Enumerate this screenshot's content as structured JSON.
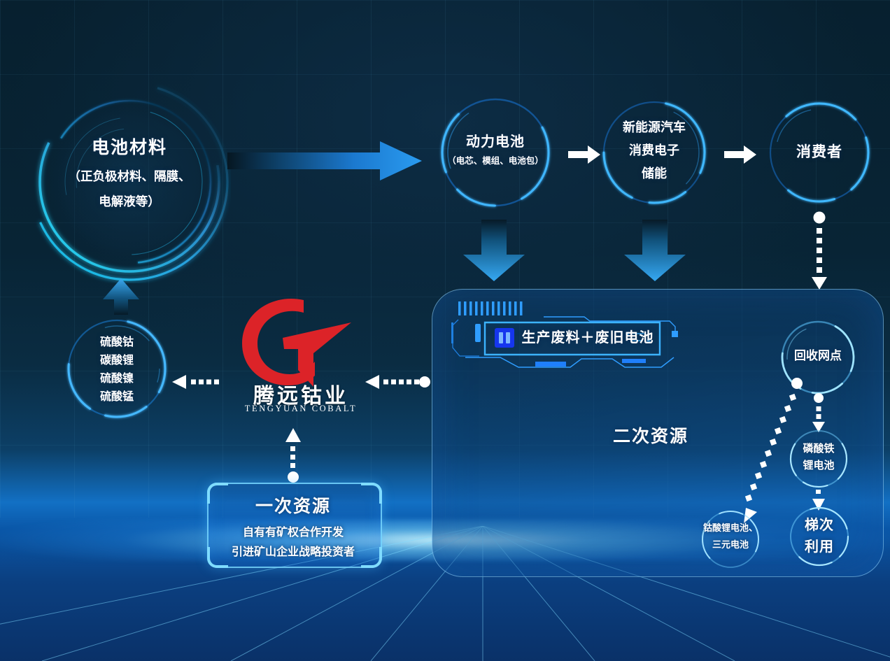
{
  "diagram": {
    "title": "battery-materials-recycling-value-chain",
    "colors": {
      "background_dark": "#08202f",
      "background_blue": "#1270c4",
      "ring_cyan": "#29c8f0",
      "ring_blue": "#2a8fe8",
      "arrow_white": "#ffffff",
      "logo_red": "#e0262b",
      "banner_blue": "#1f7ffb"
    }
  },
  "nodes": {
    "battery_materials": {
      "title": "电池材料",
      "sub_line1": "（正负极材料、隔膜、",
      "sub_line2": "电解液等）"
    },
    "power_battery": {
      "title": "动力电池",
      "sub": "（电芯、模组、电池包）"
    },
    "applications": {
      "line1": "新能源汽车",
      "line2": "消费电子",
      "line3": "储能"
    },
    "consumer": {
      "title": "消费者"
    },
    "salts": {
      "line1": "硫酸钴",
      "line2": "碳酸锂",
      "line3": "硫酸镍",
      "line4": "硫酸锰"
    },
    "primary_resource": {
      "title": "一次资源",
      "line1": "自有有矿权合作开发",
      "line2": "引进矿山企业战略投资者"
    },
    "secondary_resource": {
      "title": "二次资源",
      "banner": "生产废料＋废旧电池"
    },
    "recycle_network": {
      "title": "回收网点"
    },
    "lfp_battery": {
      "line1": "磷酸铁",
      "line2": "锂电池"
    },
    "cascade_use": {
      "line1": "梯次",
      "line2": "利用"
    },
    "lco_ncm_battery": {
      "line1": "钴酸锂电池、",
      "line2": "三元电池"
    }
  },
  "brand": {
    "name_cn": "腾远钴业",
    "name_en": "TENGYUAN COBALT"
  },
  "icons": {
    "big_arrow_right": "arrow-right-gradient",
    "white_arrow": "arrow-right-solid",
    "down_arrow": "arrow-down-gradient",
    "dotted_arrow": "arrow-dotted",
    "up_arrow": "arrow-up-gradient"
  }
}
